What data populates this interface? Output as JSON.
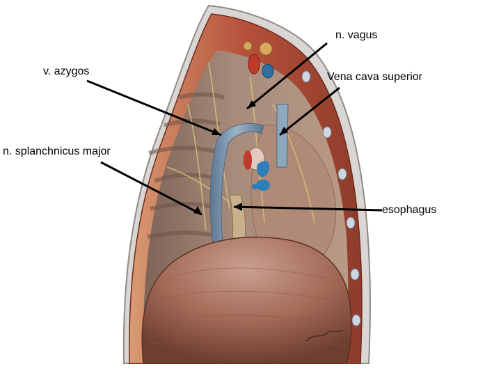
{
  "labels": {
    "vagus": "n. vagus",
    "azygos": "v. azygos",
    "vena_cava": "Vena cava superior",
    "splanchnicus": "n. splanchnicus major",
    "esophagus": "esophagus"
  },
  "colors": {
    "rib_wall": "#b5503a",
    "pleura": "#a88472",
    "diaphragm": "#a46a55",
    "vein_blue": "#6f8fae",
    "artery_red": "#c0392b",
    "label_text": "#000000"
  }
}
